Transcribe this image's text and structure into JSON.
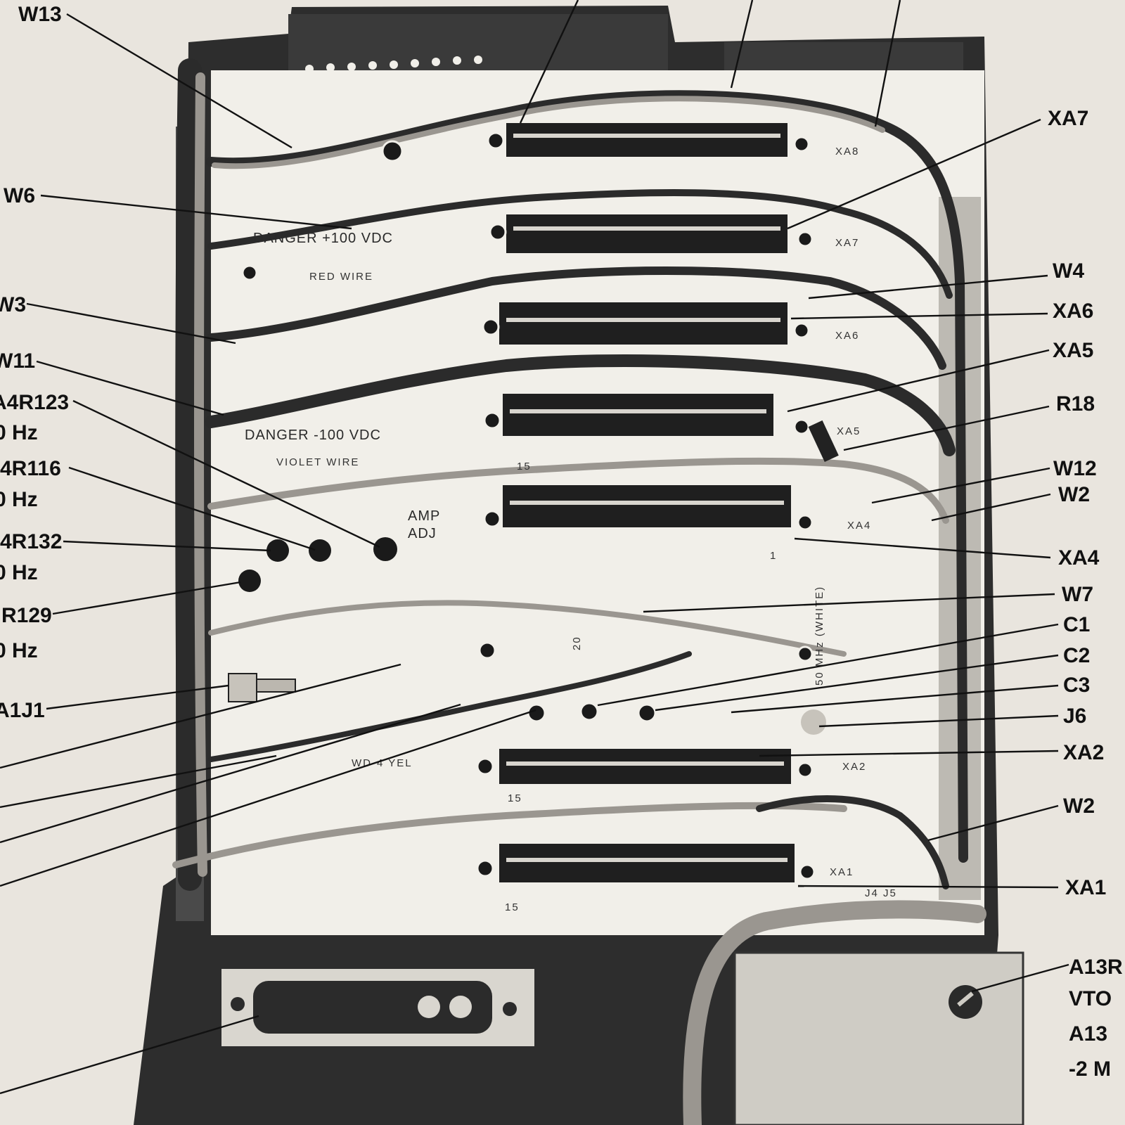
{
  "callouts": {
    "w13": "W13",
    "w6": "W6",
    "w3": "W3",
    "w11": "W11",
    "a4r123": "A4R123",
    "a4r123_hz": "0 Hz",
    "a4r116": "4R116",
    "a4r116_hz": "0 Hz",
    "a4r132": "4R132",
    "a4r132_hz": "0 Hz",
    "r129": "R129",
    "r129_hz": "0 Hz",
    "a1j1": "A1J1",
    "xa7": "XA7",
    "w4": "W4",
    "xa6": "XA6",
    "xa5": "XA5",
    "r18": "R18",
    "w12": "W12",
    "w2_top": "W2",
    "xa4": "XA4",
    "w7": "W7",
    "c1": "C1",
    "c2": "C2",
    "c3": "C3",
    "j6": "J6",
    "xa2": "XA2",
    "w2_bottom": "W2",
    "xa1": "XA1",
    "a13r": "A13R",
    "vto": "VTO",
    "a13": "A13",
    "minus2m": "-2 M"
  },
  "board_markings": {
    "xa8": "XA8",
    "xa7": "XA7",
    "xa6": "XA6",
    "xa5": "XA5",
    "xa4": "XA4",
    "xa2": "XA2",
    "xa1": "XA1",
    "danger_top": "DANGER +100 VDC",
    "red_wire": "RED WIRE",
    "danger_bottom": "DANGER -100 VDC",
    "violet_wire": "VIOLET WIRE",
    "amp": "AMP",
    "adj": "ADJ",
    "mhz_white": "50 MHz (WHITE)",
    "wd_yel": "WD-4 YEL",
    "j_labels": "J4 J5",
    "pin15": "15",
    "pin20": "20",
    "pin1": "1"
  },
  "colors": {
    "paper": "#e9e5de",
    "board": "#f2f0ea",
    "ink": "#111111"
  }
}
